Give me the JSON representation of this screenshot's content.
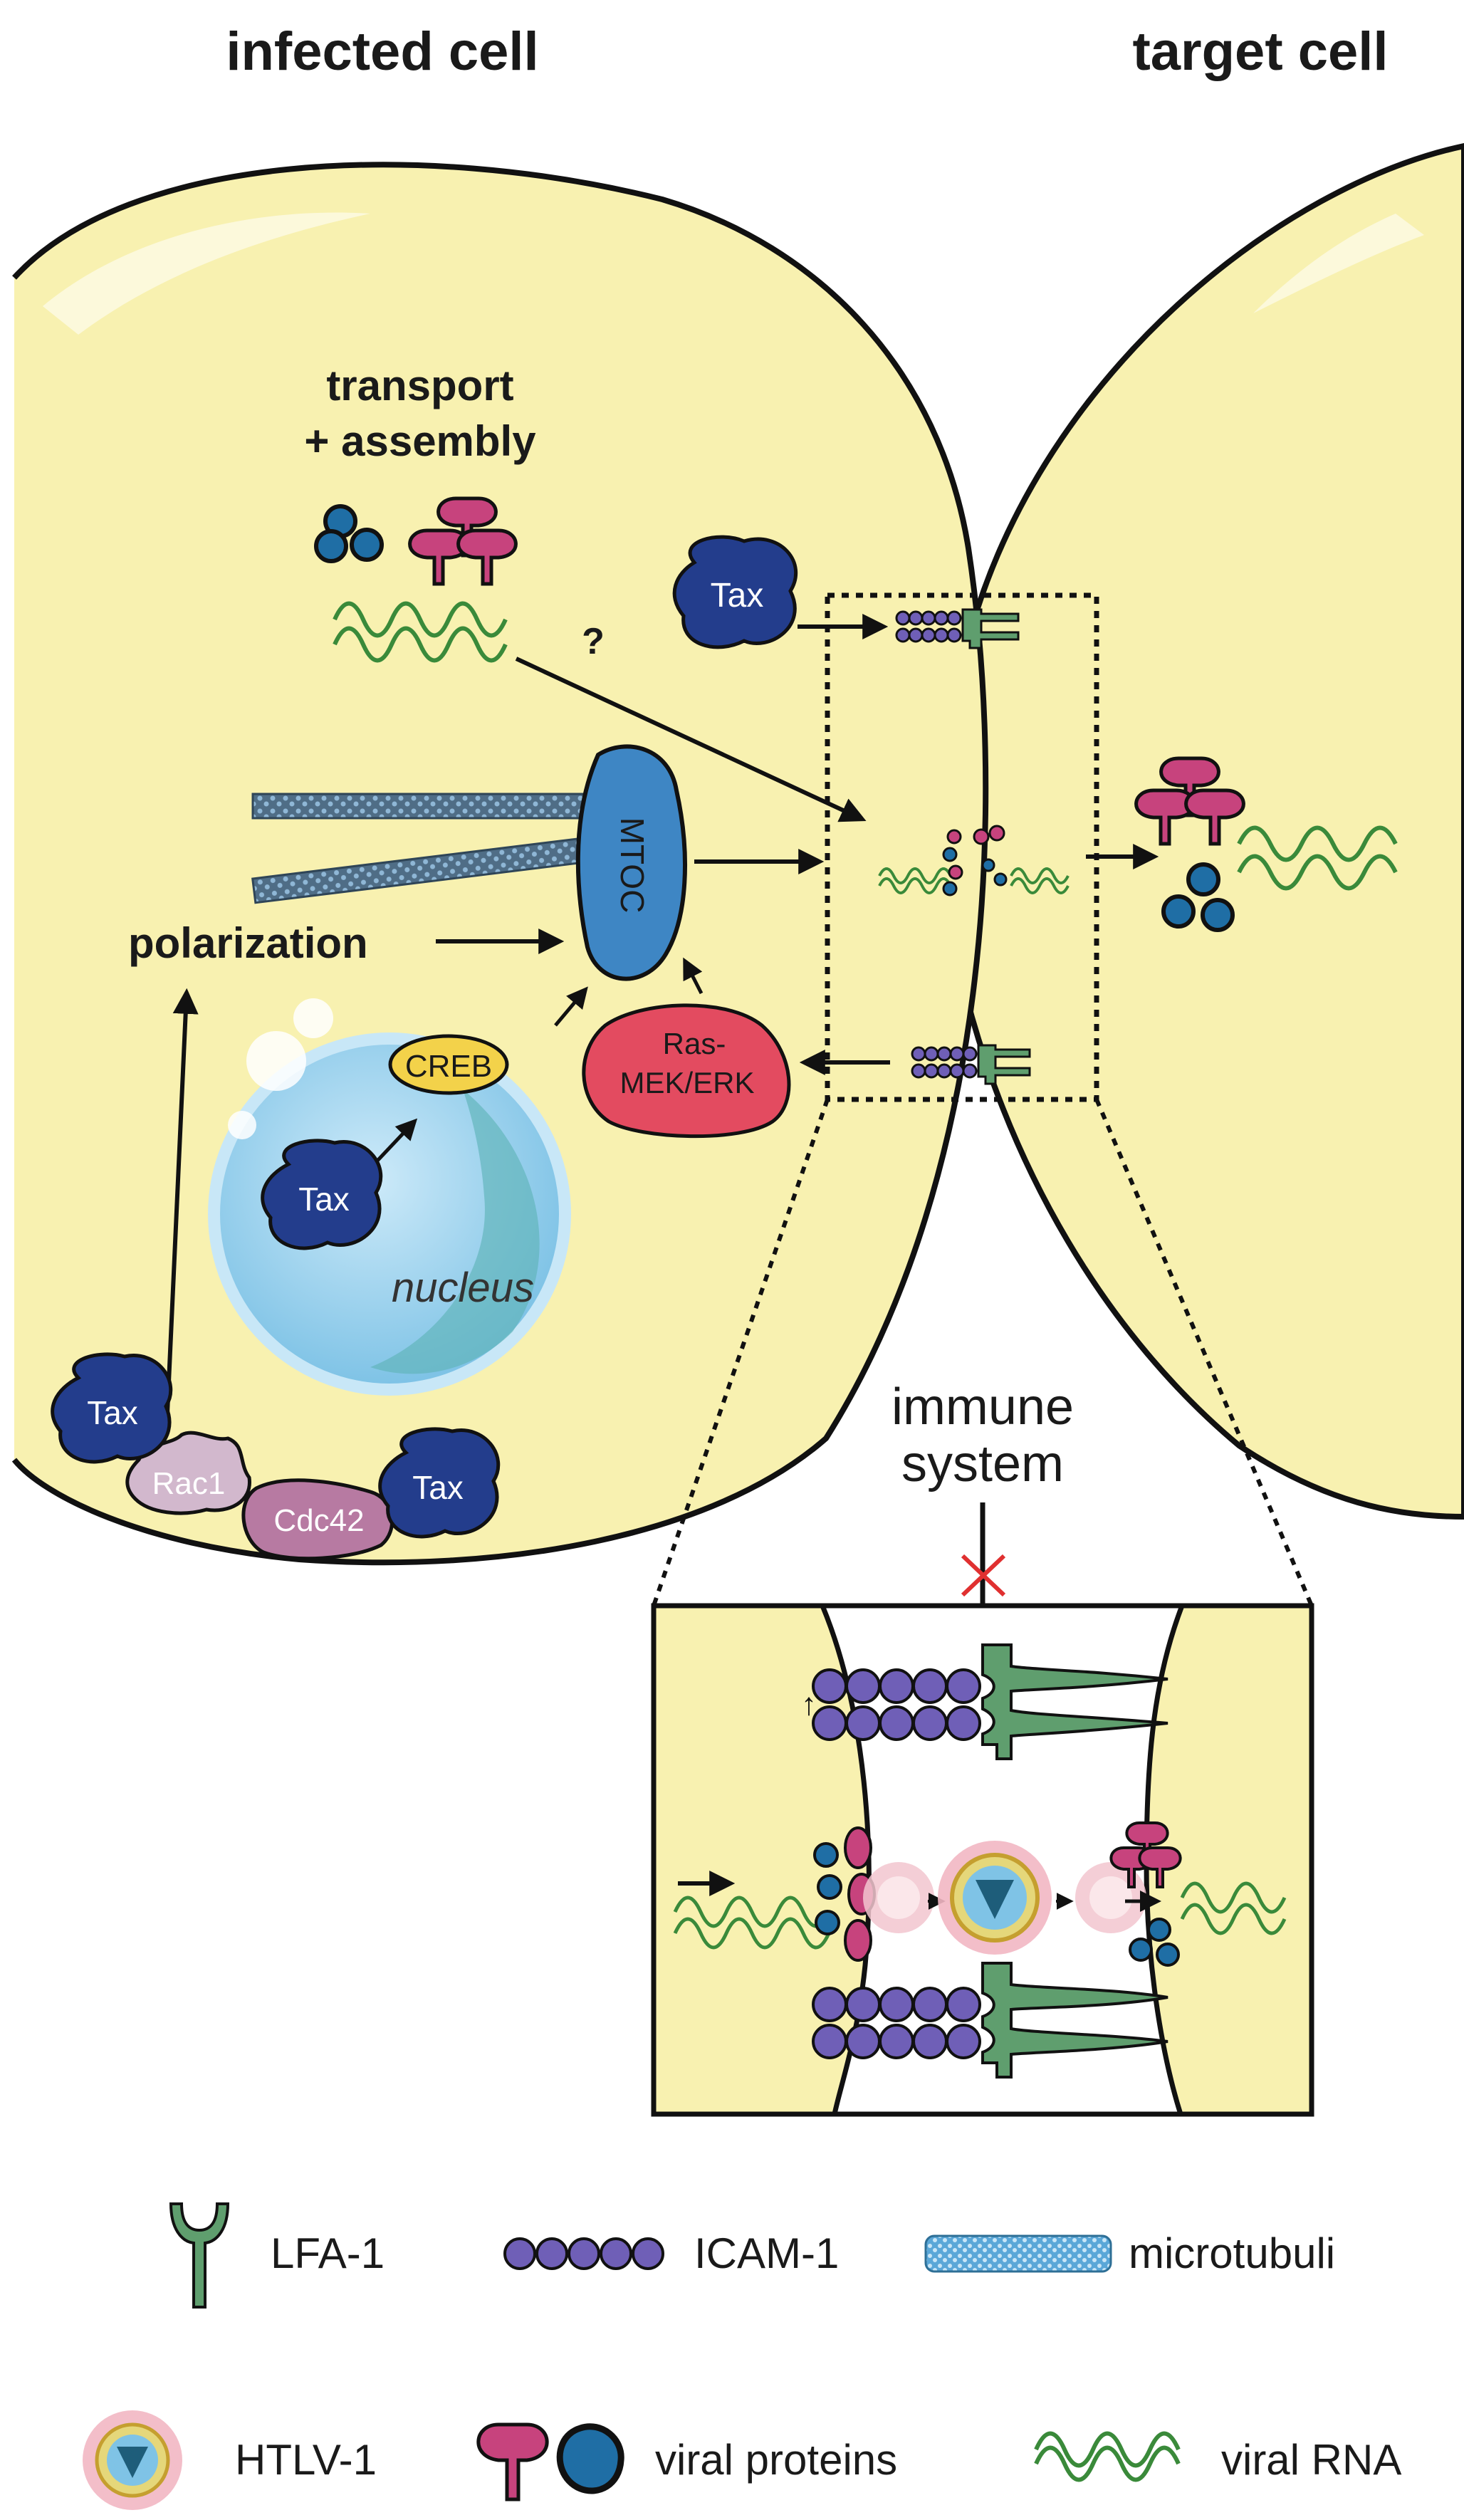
{
  "labels": {
    "infected_cell": "infected cell",
    "target_cell": "target cell",
    "transport_line1": "transport",
    "transport_line2": "+ assembly",
    "question": "?",
    "polarization": "polarization",
    "mtoc": "MTOC",
    "creb": "CREB",
    "ras_line1": "Ras-",
    "ras_line2": "MEK/ERK",
    "nucleus": "nucleus",
    "tax": "Tax",
    "rac1": "Rac1",
    "cdc42": "Cdc42",
    "immune_line1": "immune",
    "immune_line2": "system"
  },
  "legend": {
    "lfa1": "LFA-1",
    "icam1": "ICAM-1",
    "microtubuli": "microtubuli",
    "htlv1": "HTLV-1",
    "viral_proteins": "viral proteins",
    "viral_rna": "viral RNA"
  },
  "colors": {
    "cell_fill": "#f8f1b0",
    "tax": "#233d8c",
    "icam": "#6f5fb7",
    "lfa": "#5f9e6e",
    "protein_pink": "#c7437d",
    "protein_blue": "#1f6ea5",
    "rna": "#3a8a3a",
    "mtoc": "#3e86c4",
    "nucleus": "#9fd2ef",
    "creb": "#f3d24a",
    "ras": "#e34b60",
    "rac1": "#d2b8cd",
    "cdc42": "#b77aa2",
    "block_x": "#e03030"
  }
}
